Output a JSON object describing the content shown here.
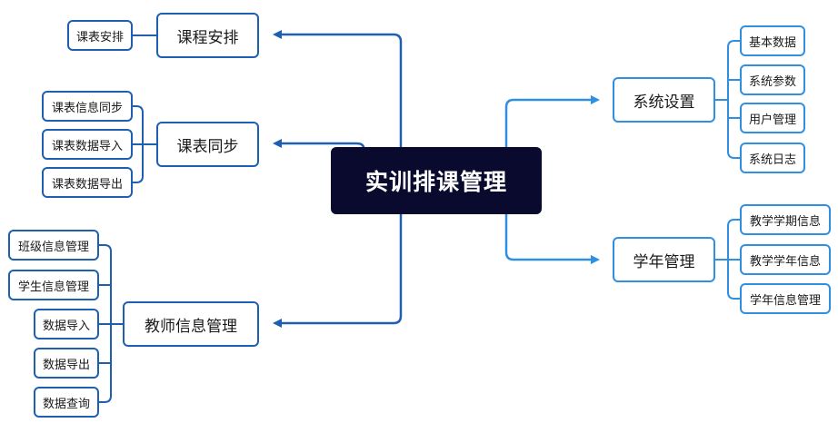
{
  "root": {
    "label": "实训排课管理"
  },
  "left_branches": [
    {
      "label": "课程安排",
      "children": [
        "课表安排"
      ]
    },
    {
      "label": "课表同步",
      "children": [
        "课表信息同步",
        "课表数据导入",
        "课表数据导出"
      ]
    },
    {
      "label": "教师信息管理",
      "children": [
        "班级信息管理",
        "学生信息管理",
        "数据导入",
        "数据导出",
        "数据查询"
      ]
    }
  ],
  "right_branches": [
    {
      "label": "系统设置",
      "children": [
        "基本数据",
        "系统参数",
        "用户管理",
        "系统日志"
      ]
    },
    {
      "label": "学年管理",
      "children": [
        "教学学期信息",
        "教学学年信息",
        "学年信息管理"
      ]
    }
  ],
  "colors": {
    "root_fill": "#0a0a2e",
    "left_line": "#1f5fb0",
    "right_line": "#2f8fe0"
  }
}
